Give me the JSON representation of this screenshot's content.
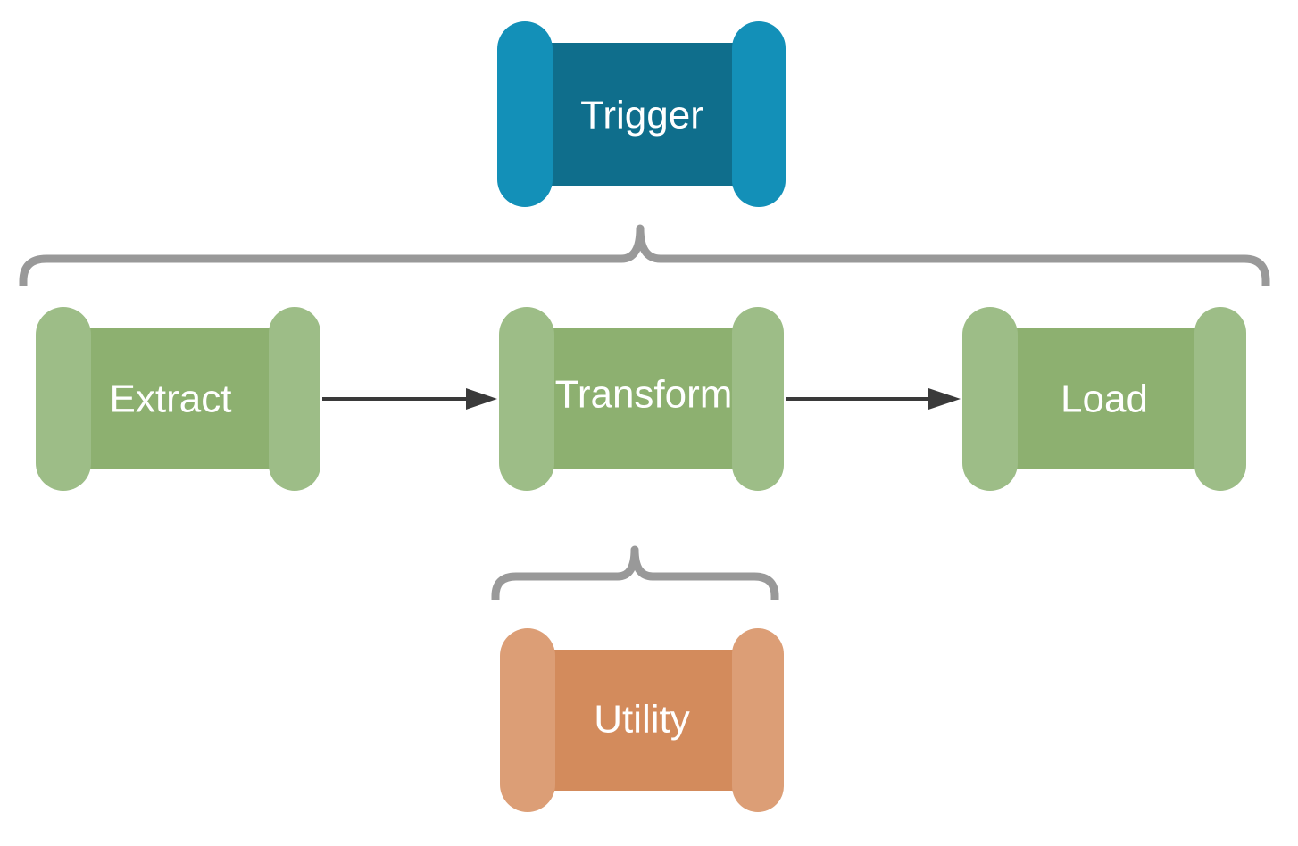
{
  "nodes": {
    "trigger": {
      "label": "Trigger"
    },
    "extract": {
      "label": "Extract"
    },
    "transform": {
      "label": "Transform"
    },
    "load": {
      "label": "Load"
    },
    "utility": {
      "label": "Utility"
    }
  },
  "colors": {
    "trigger_body": "#0F6E8C",
    "trigger_cap": "#1390B8",
    "pipeline_body": "#8DB070",
    "pipeline_cap": "#9DBD87",
    "utility_body": "#D38B5C",
    "utility_cap": "#DC9E76",
    "brace": "#999999",
    "arrow": "#3A3A3A",
    "label_text": "#FFFFFF"
  },
  "edges": [
    {
      "from": "extract",
      "to": "transform",
      "type": "arrow"
    },
    {
      "from": "transform",
      "to": "load",
      "type": "arrow"
    },
    {
      "from": "trigger",
      "to": [
        "extract",
        "transform",
        "load"
      ],
      "type": "brace"
    },
    {
      "from": "transform",
      "to": "utility",
      "type": "brace"
    }
  ]
}
